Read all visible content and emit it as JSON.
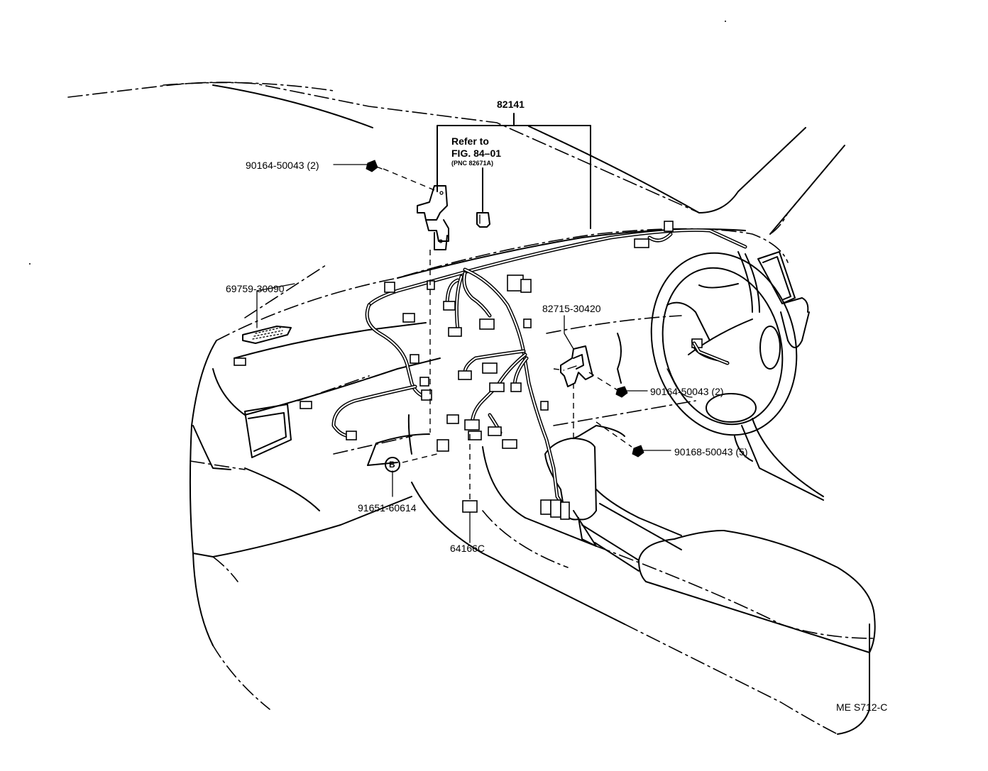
{
  "parts": {
    "wire_assembly": "82141",
    "refer_line1": "Refer to",
    "refer_line2": "FIG. 84–01",
    "refer_line3": "(PNC 82671A)",
    "bolt_upper_left": "90164-50043 (2)",
    "pad_left": "69759-30090",
    "bracket_right": "82715-30420",
    "bolt_right": "90164-50043 (2)",
    "bolt_lower_right": "90168-50043 (5)",
    "callout_letter": "B",
    "clamp_part": "91651-60614",
    "label_part": "64166C"
  },
  "footer": {
    "figure_code": "ME S712-C"
  }
}
